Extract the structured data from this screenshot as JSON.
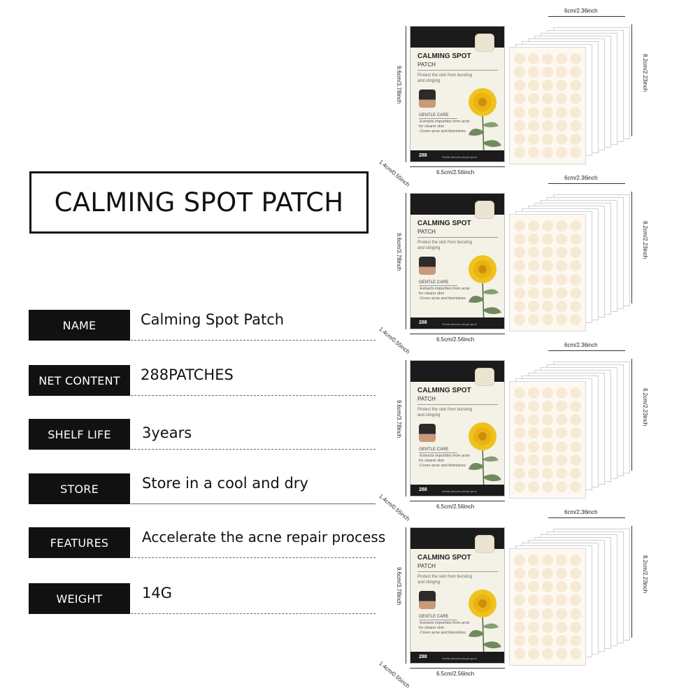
{
  "title": "CALMING SPOT PATCH",
  "specs": [
    {
      "label": "NAME",
      "value": "Calming Spot Patch"
    },
    {
      "label": "NET CONTENT",
      "value": "288PATCHES"
    },
    {
      "label": "SHELF LIFE",
      "value": "3years"
    },
    {
      "label": "STORE",
      "value": "Store in a cool and dry"
    },
    {
      "label": "FEATURES",
      "value": "Accelerate the acne repair process"
    },
    {
      "label": "WEIGHT",
      "value": "14G"
    }
  ],
  "card": {
    "title": "CALMING SPOT",
    "subtitle": "PATCH",
    "desc": "Protect the skin from bursting and stinging",
    "gentle": "GENTLE CARE",
    "bullet1": "-Extracts impurities from acne for clearer skin",
    "bullet2": "-Cover acne and blemishes",
    "count": "288",
    "note": "Gently absorbs pimple gunk"
  },
  "dimensions": {
    "sheet_width": "6cm/2.36inch",
    "sheet_height": "8.2cm/2.23inch",
    "card_width": "6.5cm/2.56inch",
    "card_height": "9.6cm/3.78inch",
    "card_depth": "1.4cm/0.55inch"
  },
  "colors": {
    "label_bg": "#111111",
    "card_bg": "#f4f1e7",
    "patch": "#f6ead4",
    "flower": "#f0c21e"
  }
}
